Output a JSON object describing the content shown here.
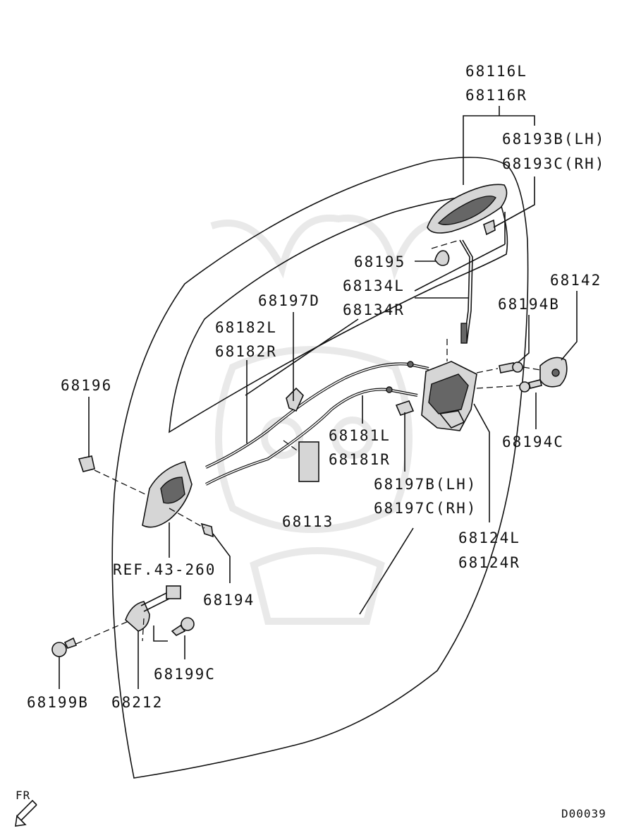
{
  "diagram": {
    "parts": {
      "p68116L": "68116L",
      "p68116R": "68116R",
      "p68193B": "68193B(LH)",
      "p68193C": "68193C(RH)",
      "p68195": "68195",
      "p68134L": "68134L",
      "p68134R": "68134R",
      "p68197D": "68197D",
      "p68182L": "68182L",
      "p68182R": "68182R",
      "p68142": "68142",
      "p68194B": "68194B",
      "p68194C": "68194C",
      "p68196": "68196",
      "p68181L": "68181L",
      "p68181R": "68181R",
      "p68113": "68113",
      "p68197B": "68197B(LH)",
      "p68197C": "68197C(RH)",
      "p68124L": "68124L",
      "p68124R": "68124R",
      "ref": "REF.43-260",
      "p68194": "68194",
      "p68199C": "68199C",
      "p68199B": "68199B",
      "p68212": "68212"
    },
    "direction_label": "FR",
    "diagram_code": "D00039"
  }
}
